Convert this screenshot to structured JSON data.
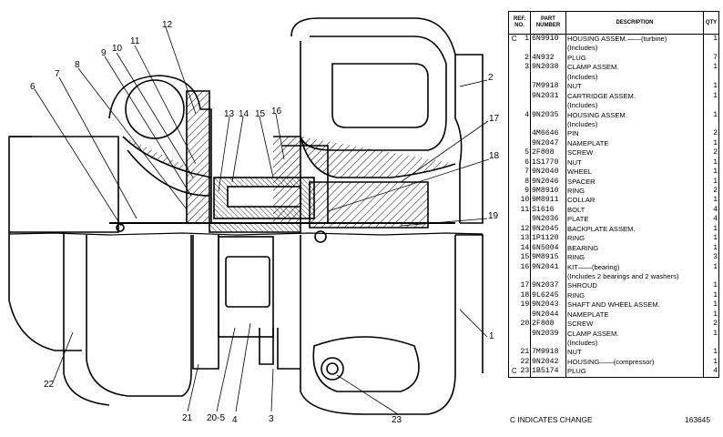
{
  "callouts": [
    "12",
    "11",
    "10",
    "9",
    "8",
    "7",
    "6",
    "13",
    "14",
    "15",
    "16",
    "17",
    "2",
    "18",
    "19",
    "1",
    "22",
    "21",
    "20-5",
    "4",
    "3",
    "23"
  ],
  "parts_table": {
    "headers": {
      "ref": "REF. NO.",
      "part": "PART NUMBER",
      "description": "DESCRIPTION",
      "qty": "QTY"
    },
    "rows": [
      {
        "chg": "C",
        "ref": "1",
        "part": "6N9910",
        "desc": "HOUSING ASSEM.——(turbine)",
        "qty": "1"
      },
      {
        "chg": "",
        "ref": "",
        "part": "",
        "desc": "(Includes)",
        "qty": ""
      },
      {
        "chg": "",
        "ref": "2",
        "part": "4N932",
        "desc": "PLUG",
        "qty": "7"
      },
      {
        "chg": "",
        "ref": "3",
        "part": "9N2038",
        "desc": "CLAMP ASSEM.",
        "qty": "1"
      },
      {
        "chg": "",
        "ref": "",
        "part": "",
        "desc": "(Includes)",
        "qty": ""
      },
      {
        "chg": "",
        "ref": "",
        "part": "7M9918",
        "desc": "NUT",
        "qty": "1"
      },
      {
        "chg": "",
        "ref": "",
        "part": "9N2031",
        "desc": "CARTRIDGE ASSEM.",
        "qty": "1"
      },
      {
        "chg": "",
        "ref": "",
        "part": "",
        "desc": "(Includes)",
        "qty": ""
      },
      {
        "chg": "",
        "ref": "4",
        "part": "9N2035",
        "desc": "HOUSING ASSEM.",
        "qty": "1"
      },
      {
        "chg": "",
        "ref": "",
        "part": "",
        "desc": "(Includes)",
        "qty": ""
      },
      {
        "chg": "",
        "ref": "",
        "part": "4M6646",
        "desc": "PIN",
        "qty": "2"
      },
      {
        "chg": "",
        "ref": "",
        "part": "9N2047",
        "desc": "NAMEPLATE",
        "qty": "1"
      },
      {
        "chg": "",
        "ref": "5",
        "part": "2F808",
        "desc": "SCREW",
        "qty": "2"
      },
      {
        "chg": "",
        "ref": "6",
        "part": "1S1770",
        "desc": "NUT",
        "qty": "1"
      },
      {
        "chg": "",
        "ref": "7",
        "part": "9N2040",
        "desc": "WHEEL",
        "qty": "1"
      },
      {
        "chg": "",
        "ref": "8",
        "part": "9N2046",
        "desc": "SPACER",
        "qty": "1"
      },
      {
        "chg": "",
        "ref": "9",
        "part": "9M8910",
        "desc": "RING",
        "qty": "2"
      },
      {
        "chg": "",
        "ref": "10",
        "part": "9M8911",
        "desc": "COLLAR",
        "qty": "1"
      },
      {
        "chg": "",
        "ref": "11",
        "part": "S1616",
        "desc": "BOLT",
        "qty": "4"
      },
      {
        "chg": "",
        "ref": "",
        "part": "9N2036",
        "desc": "PLATE",
        "qty": "4"
      },
      {
        "chg": "",
        "ref": "12",
        "part": "9N2045",
        "desc": "BACKPLATE ASSEM.",
        "qty": "1"
      },
      {
        "chg": "",
        "ref": "13",
        "part": "1P1120",
        "desc": "RING",
        "qty": "1"
      },
      {
        "chg": "",
        "ref": "14",
        "part": "6N5004",
        "desc": "BEARING",
        "qty": "1"
      },
      {
        "chg": "",
        "ref": "15",
        "part": "9M8915",
        "desc": "RING",
        "qty": "3"
      },
      {
        "chg": "",
        "ref": "16",
        "part": "9N2041",
        "desc": "KIT——(bearing)",
        "qty": "1"
      },
      {
        "chg": "",
        "ref": "",
        "part": "",
        "desc": "(Includes 2 bearings and 2 washers)",
        "qty": ""
      },
      {
        "chg": "",
        "ref": "17",
        "part": "9N2037",
        "desc": "SHROUD",
        "qty": "1"
      },
      {
        "chg": "",
        "ref": "18",
        "part": "9L6245",
        "desc": "RING",
        "qty": "1"
      },
      {
        "chg": "",
        "ref": "19",
        "part": "9N2043",
        "desc": "SHAFT AND WHEEL ASSEM.",
        "qty": "1"
      },
      {
        "chg": "",
        "ref": "",
        "part": "9N2044",
        "desc": "NAMEPLATE",
        "qty": "1"
      },
      {
        "chg": "",
        "ref": "20",
        "part": "2F808",
        "desc": "SCREW",
        "qty": "2"
      },
      {
        "chg": "",
        "ref": "",
        "part": "9N2039",
        "desc": "CLAMP ASSEM.",
        "qty": "1"
      },
      {
        "chg": "",
        "ref": "",
        "part": "",
        "desc": "(Includes)",
        "qty": ""
      },
      {
        "chg": "",
        "ref": "21",
        "part": "7M9918",
        "desc": "NUT",
        "qty": "1"
      },
      {
        "chg": "",
        "ref": "22",
        "part": "9N2042",
        "desc": "HOUSING——(compressor)",
        "qty": "1"
      },
      {
        "chg": "C",
        "ref": "23",
        "part": "1B5174",
        "desc": "PLUG",
        "qty": "4"
      }
    ]
  },
  "footer": {
    "note": "C INDICATES CHANGE",
    "code": "163645"
  }
}
